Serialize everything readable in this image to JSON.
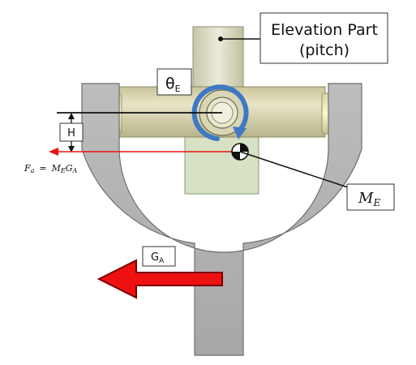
{
  "labels": {
    "elevation_line1": "Elevation Part",
    "elevation_line2": "(pitch)",
    "theta_main": "θ",
    "theta_sub": "E",
    "h": "H",
    "ga_main": "G",
    "ga_sub": "A",
    "me_main": "M",
    "me_sub": "E",
    "fa_main": "F",
    "fa_sub_a": "a",
    "fa_eq": "=",
    "fa_m": "M",
    "fa_m_sub": "E",
    "fa_g": "G",
    "fa_g_sub": "A"
  },
  "colors": {
    "frame": "#b3b3b3",
    "cylinder": "#d2cfab",
    "vertical_shaft": "#dcdcc4",
    "lower_block": "#d7e1c3",
    "rotation_arrow": "#3f78c4",
    "force_arrow": "#ee1111",
    "ga_arrow": "#ee1111"
  },
  "icons": [
    "rotation-arrow-icon",
    "center-of-mass-icon"
  ]
}
